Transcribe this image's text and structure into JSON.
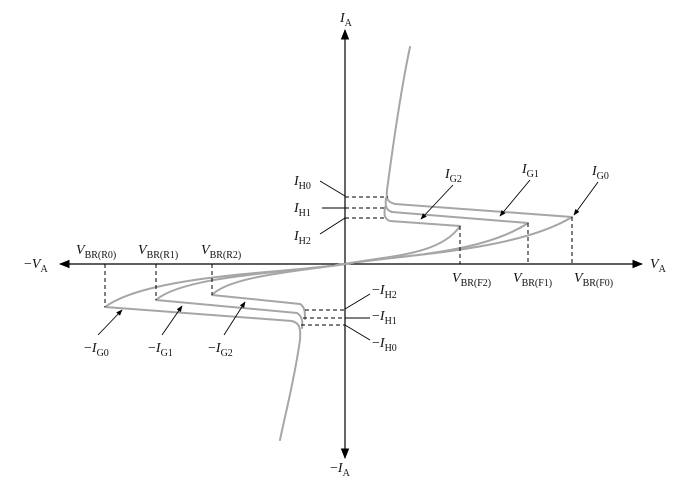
{
  "axes": {
    "y_pos": {
      "sym": "I",
      "sub": "A"
    },
    "y_neg": {
      "sign": "−",
      "sym": "I",
      "sub": "A"
    },
    "x_pos": {
      "sym": "V",
      "sub": "A"
    },
    "x_neg": {
      "sign": "−",
      "sym": "V",
      "sub": "A"
    }
  },
  "holding_labels": {
    "forward": [
      {
        "sym": "I",
        "sub": "H0"
      },
      {
        "sym": "I",
        "sub": "H1"
      },
      {
        "sym": "I",
        "sub": "H2"
      }
    ],
    "reverse": [
      {
        "sign": "−",
        "sym": "I",
        "sub": "H2"
      },
      {
        "sign": "−",
        "sym": "I",
        "sub": "H1"
      },
      {
        "sign": "−",
        "sym": "I",
        "sub": "H0"
      }
    ]
  },
  "gate_labels": {
    "forward": [
      {
        "sym": "I",
        "sub": "G2"
      },
      {
        "sym": "I",
        "sub": "G1"
      },
      {
        "sym": "I",
        "sub": "G0"
      }
    ],
    "reverse": [
      {
        "sign": "−",
        "sym": "I",
        "sub": "G0"
      },
      {
        "sign": "−",
        "sym": "I",
        "sub": "G1"
      },
      {
        "sign": "−",
        "sym": "I",
        "sub": "G2"
      }
    ]
  },
  "breakover_labels": {
    "forward": [
      {
        "sym": "V",
        "sub": "BR(F2)"
      },
      {
        "sym": "V",
        "sub": "BR(F1)"
      },
      {
        "sym": "V",
        "sub": "BR(F0)"
      }
    ],
    "reverse": [
      {
        "sym": "V",
        "sub": "BR(R0)"
      },
      {
        "sym": "V",
        "sub": "BR(R1)"
      },
      {
        "sym": "V",
        "sub": "BR(R2)"
      }
    ]
  },
  "colors": {
    "curve": "#a6a6a6",
    "axis": "#000000",
    "text": "#111111"
  }
}
